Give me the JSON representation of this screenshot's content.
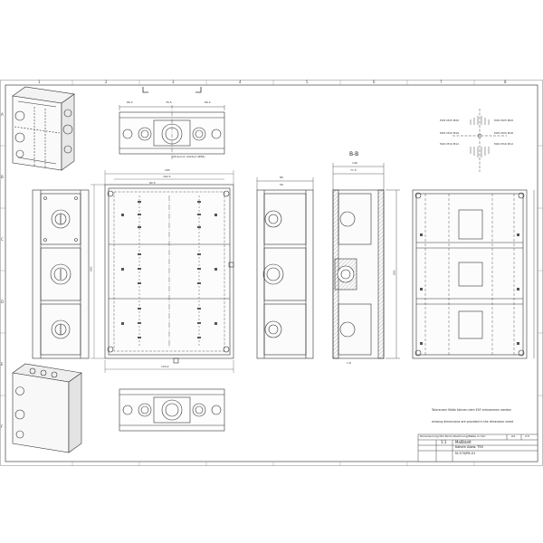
{
  "notes": {
    "text_de": "Toleranzen Maße können dem EXF entnommen werden",
    "text_en": "missing dimensions are provided in the dimension sheet",
    "fitted": "Ultrasonic welded (IP66)",
    "section_label": "B-B"
  },
  "gland_labels": [
    "M32 M25 M20",
    "M25 M20 M16",
    "M20 M16 M12",
    "M32 M25 M20",
    "M25 M20 M16",
    "M20 M16 M12"
  ],
  "dims": {
    "top_width": "76.5",
    "top_left": "66.2",
    "top_right": "66.2",
    "front_width": "185",
    "front_inner": "162.5",
    "front_inner2": "82.5",
    "front_height": "360",
    "front_bottom": "104.2",
    "side_depth": "86",
    "side_top": "56",
    "section_width": "146",
    "section_depth": "77.5",
    "section_height": "300",
    "small_dim": "1.8"
  },
  "title_block": {
    "header_row": "Dimensioning ISO Norm-Zeichnung/Maße in mm",
    "row1_a": "1:1",
    "row1_b": "Maßblatt",
    "row2": "Kabeln Abzw. T50",
    "row3": "M-370/P6-01",
    "sheet": "A4",
    "rev": "2.5"
  },
  "grid_cols": [
    "1",
    "2",
    "3",
    "4",
    "5",
    "6",
    "7",
    "8"
  ],
  "grid_rows": [
    "A",
    "B",
    "C",
    "D",
    "E",
    "F"
  ]
}
